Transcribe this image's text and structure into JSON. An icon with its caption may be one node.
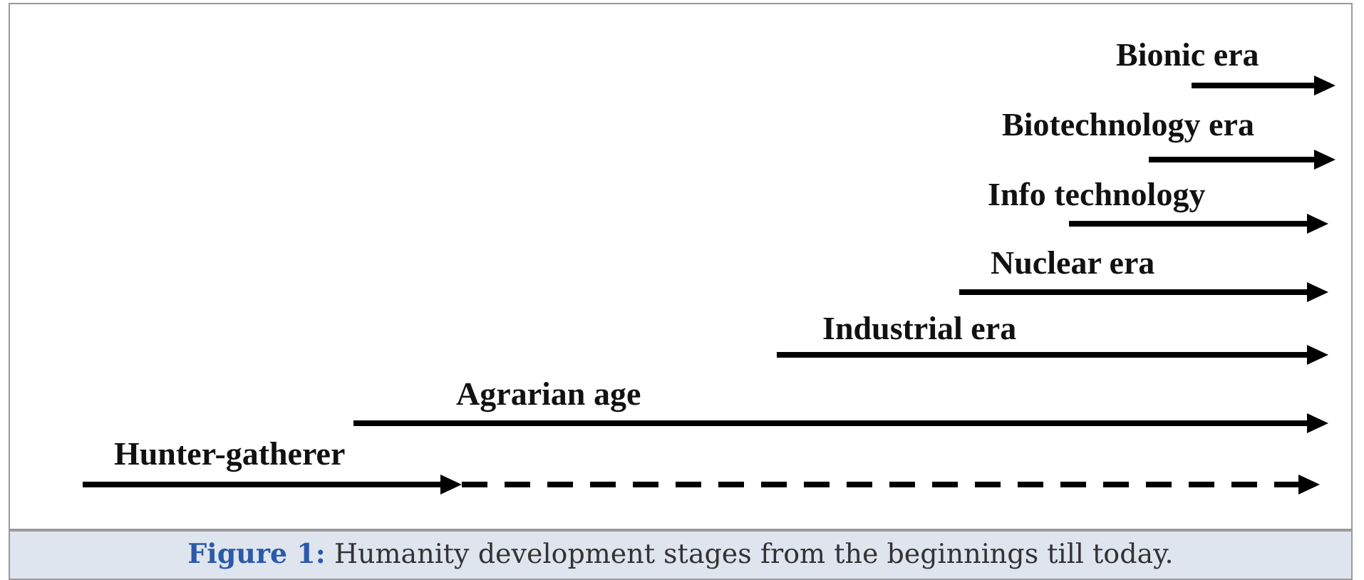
{
  "diagram": {
    "caption": "**Figure 1:** Humanity development stages from the beginnings till today.",
    "labels": [
      "Bionic era",
      "Biotechnology era",
      "Info technology",
      "Nuclear era",
      "Industrial era",
      "Agrarian age",
      "Hunter-gatherer"
    ]
  }
}
